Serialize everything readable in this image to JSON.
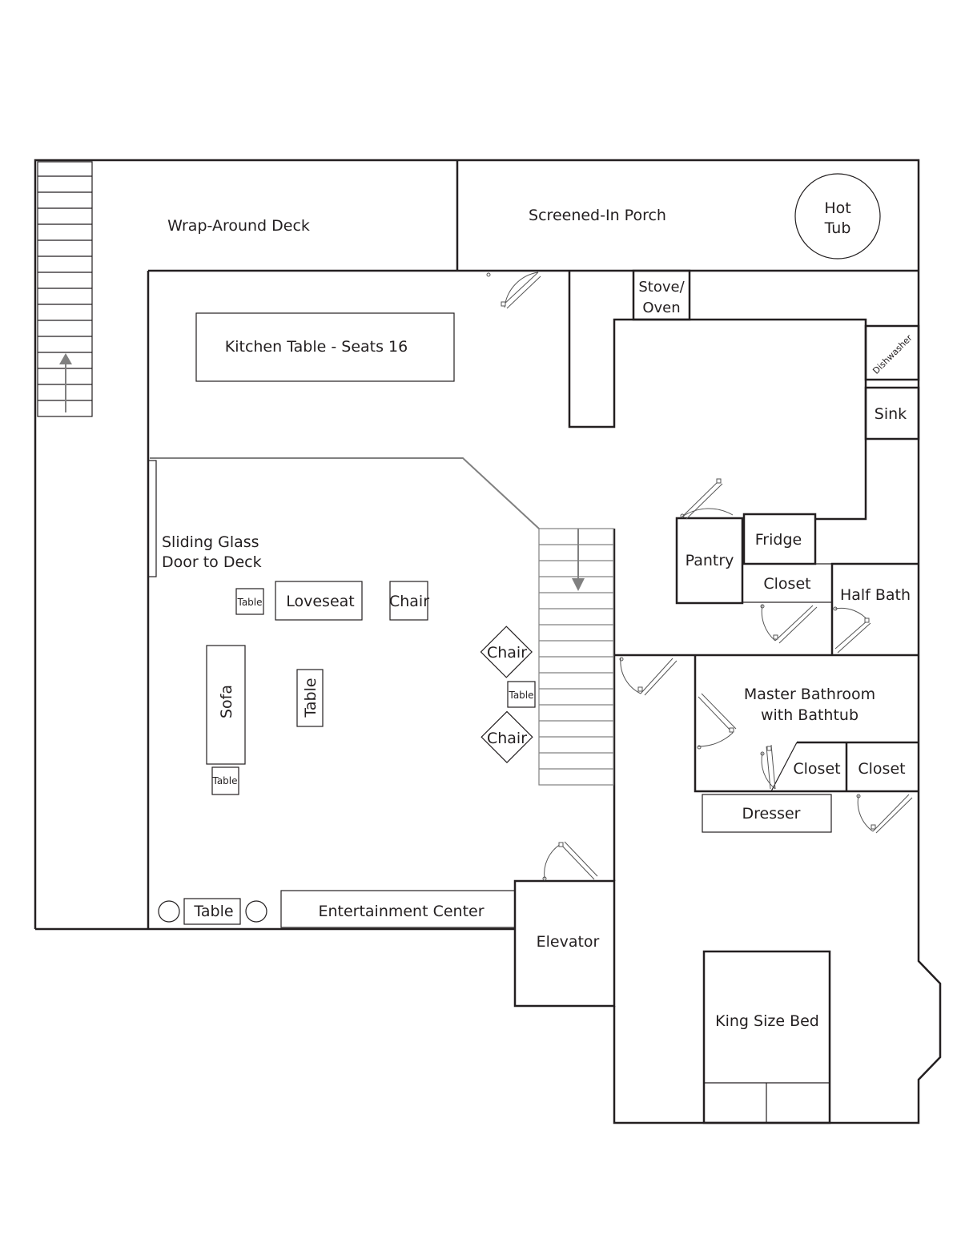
{
  "labels": {
    "wrap_around_deck": "Wrap-Around Deck",
    "screened_in_porch": "Screened-In Porch",
    "hot_tub_1": "Hot",
    "hot_tub_2": "Tub",
    "stove_1": "Stove/",
    "stove_2": "Oven",
    "kitchen_table": "Kitchen Table - Seats 16",
    "dishwasher": "Dishwasher",
    "sink": "Sink",
    "sliding_door_1": "Sliding Glass",
    "sliding_door_2": "Door to Deck",
    "pantry": "Pantry",
    "fridge": "Fridge",
    "closet_kitchen": "Closet",
    "half_bath": "Half Bath",
    "loveseat": "Loveseat",
    "chair_top": "Chair",
    "table_small_top": "Table",
    "sofa": "Sofa",
    "table_center": "Table",
    "table_bottom_small": "Table",
    "chair_diamond_1": "Chair",
    "chair_diamond_2": "Chair",
    "table_stairs": "Table",
    "master_bath_1": "Master Bathroom",
    "master_bath_2": "with Bathtub",
    "closet_bath_1": "Closet",
    "closet_bath_2": "Closet",
    "dresser": "Dresser",
    "table_ent": "Table",
    "entertainment_center": "Entertainment Center",
    "elevator": "Elevator",
    "king_bed": "King Size Bed"
  }
}
